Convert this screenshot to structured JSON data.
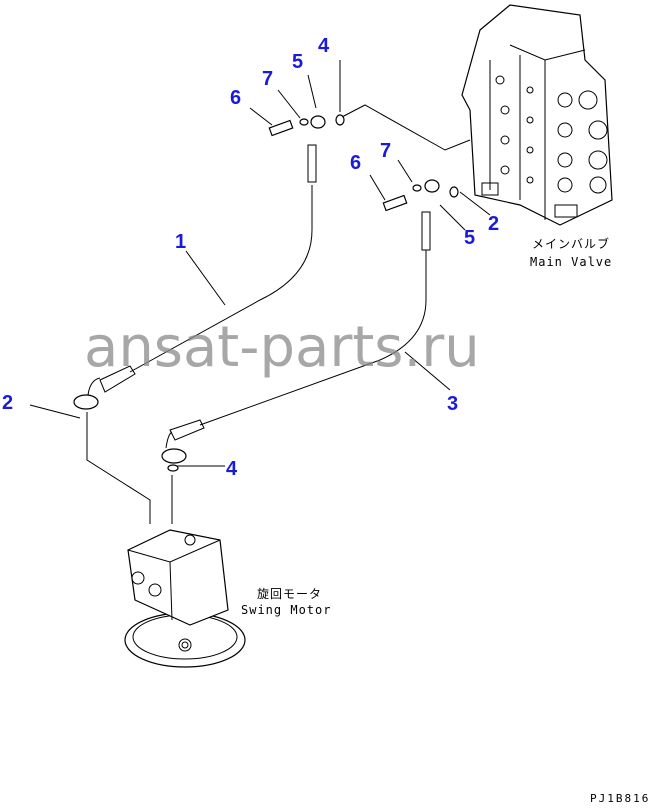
{
  "diagram": {
    "callouts": {
      "c4_top": "4",
      "c5_top": "5",
      "c7_top": "7",
      "c6_top": "6",
      "c7_mid": "7",
      "c6_mid": "6",
      "c2_valve": "2",
      "c5_mid": "5",
      "c1": "1",
      "c2_left": "2",
      "c3": "3",
      "c4_bottom": "4"
    },
    "main_valve": {
      "label_jp": "メインバルブ",
      "label_en": "Main Valve"
    },
    "swing_motor": {
      "label_jp": "旋回モータ",
      "label_en": "Swing Motor"
    },
    "watermark": "ansat-parts.ru",
    "drawing_code": "PJ1B816",
    "callout_color": "#1a1adb"
  }
}
